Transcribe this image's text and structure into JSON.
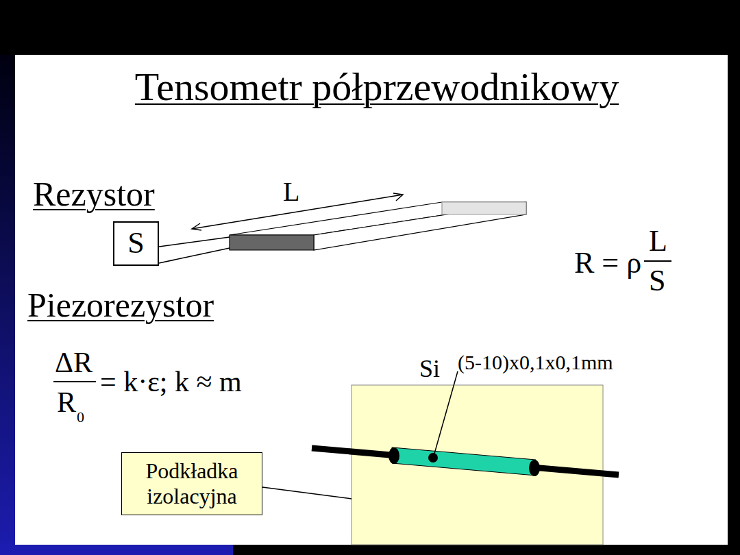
{
  "diagram": {
    "title": "Tensometr półprzewodnikowy",
    "nodes": [
      {
        "text": [
          "S"
        ]
      },
      {
        "text": [
          "Podkładka izolacyjna"
        ]
      }
    ],
    "labels": [
      "Rezystor",
      "L",
      "R = ρ",
      "L",
      "S",
      "Piezorezystor",
      "ΔR",
      "R",
      "0",
      "= k·ε;  k ≈ m",
      "Si",
      "(5-10)x0,1x0,1mm"
    ]
  }
}
